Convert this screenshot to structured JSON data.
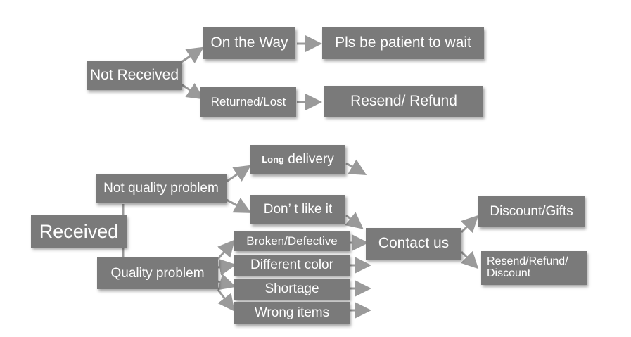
{
  "colors": {
    "box_fill": "#7a7a7a",
    "box_text": "#ffffff",
    "arrow": "#9a9a9a",
    "background": "#ffffff"
  },
  "nodes": {
    "not_received": "Not Received",
    "on_the_way": "On the Way",
    "pls_wait": "Pls be patient to wait",
    "returned_lost": "Returned/Lost",
    "resend_refund": "Resend/ Refund",
    "long_delivery_prefix": "Long",
    "long_delivery_suffix": " delivery",
    "not_quality": "Not quality problem",
    "dont_like": "Don’ t like it",
    "received": "Received",
    "broken": "Broken/Defective",
    "contact_us": "Contact us",
    "discount_gifts": "Discount/Gifts",
    "resend_refund_discount_line1": "Resend/Refund/",
    "resend_refund_discount_line2": "Discount",
    "quality_problem": "Quality problem",
    "different_color": "Different color",
    "shortage": "Shortage",
    "wrong_items": "Wrong items"
  }
}
